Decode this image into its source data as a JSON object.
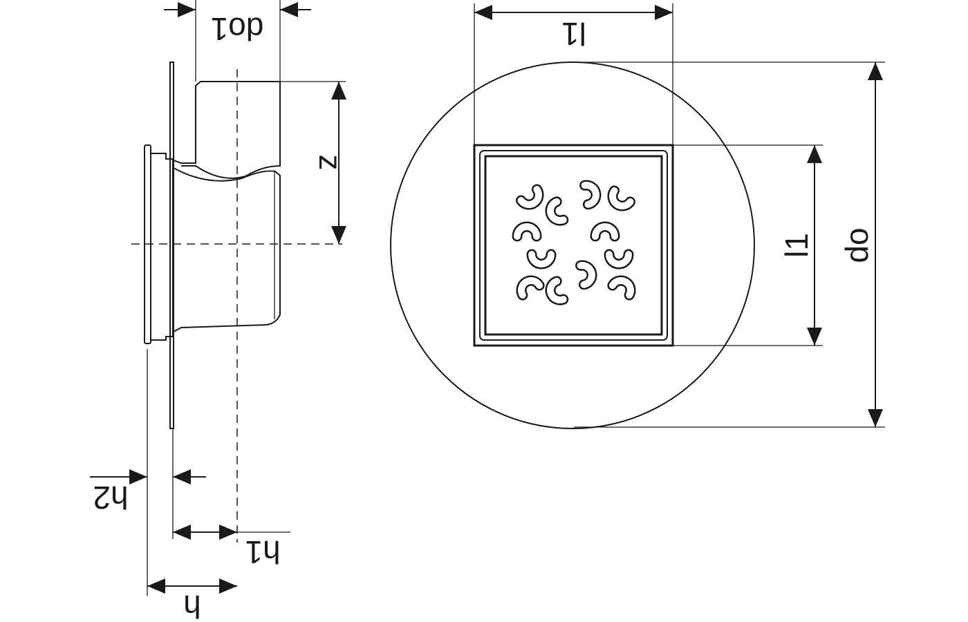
{
  "drawing": {
    "labels": {
      "do1": "do1",
      "z": "z",
      "h2": "h2",
      "h1": "h1",
      "h": "h",
      "l1_top": "l1",
      "l1_side": "l1",
      "do": "do"
    },
    "colors": {
      "line": "#1a1a1a",
      "background": "#ffffff"
    }
  }
}
